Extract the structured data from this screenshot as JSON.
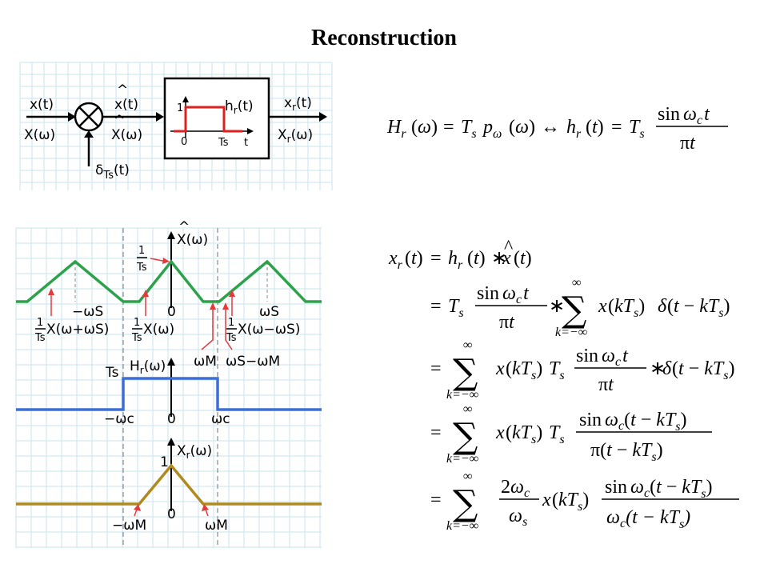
{
  "title": "Reconstruction",
  "block": {
    "x_t": "x(t)",
    "X_w": "X(ω)",
    "xhat_t": "x(t)",
    "Xhat_w": "X(ω)",
    "delta": "δ",
    "delta_sub": "Ts",
    "delta_arg": "(t)",
    "h_label": "h",
    "h_sub": "r",
    "h_arg": "(t)",
    "h_one": "1",
    "h_zero": "0",
    "h_Ts": "Ts",
    "h_t": "t",
    "xr_t_main": "x",
    "xr_t_sub": "r",
    "xr_t_arg": "(t)",
    "Xr_w_main": "X",
    "Xr_w_sub": "r",
    "Xr_w_arg": "(ω)"
  },
  "spectrum": {
    "xhat_label": "X(ω)",
    "one": "1",
    "Ts": "Ts",
    "zero": "0",
    "neg_ws": "−ωS",
    "ws": "ωS",
    "ann_left": "X(ω+ωS)",
    "ann_mid": "X(ω)",
    "ann_right": "X(ω−ωS)",
    "wM": "ωM",
    "ws_minus_wM": "ωS−ωM"
  },
  "filter": {
    "Ts": "Ts",
    "H_label": "H",
    "H_sub": "r",
    "H_arg": "(ω)",
    "neg_wc": "−ωc",
    "zero": "0",
    "wc": "ωc"
  },
  "output": {
    "X_label": "X",
    "X_sub": "r",
    "X_arg": "(ω)",
    "one": "1",
    "neg_wM": "−ωM",
    "zero": "0",
    "wM": "ωM"
  },
  "equations": {
    "Hr_lhs": "H",
    "r": "r",
    "omega": "ω",
    "eq": "=",
    "Ts": "T",
    "s": "s",
    "p": "p",
    "c": "c",
    "arrow": "↔",
    "h": "h",
    "t": "t",
    "sin": "sin",
    "pi": "π",
    "xr": "x",
    "xhat": "x",
    "star": "∗",
    "x": "x",
    "k": "k",
    "kTs": "kT",
    "k_lower": "k=−∞",
    "inf": "∞",
    "delta": "δ",
    "two": "2"
  },
  "colors": {
    "green": "#2ca24a",
    "blue": "#3c6fd6",
    "brown": "#b08a1e",
    "red": "#e02020",
    "annot": "#e43a3a",
    "grid": "#c9e4f2"
  }
}
